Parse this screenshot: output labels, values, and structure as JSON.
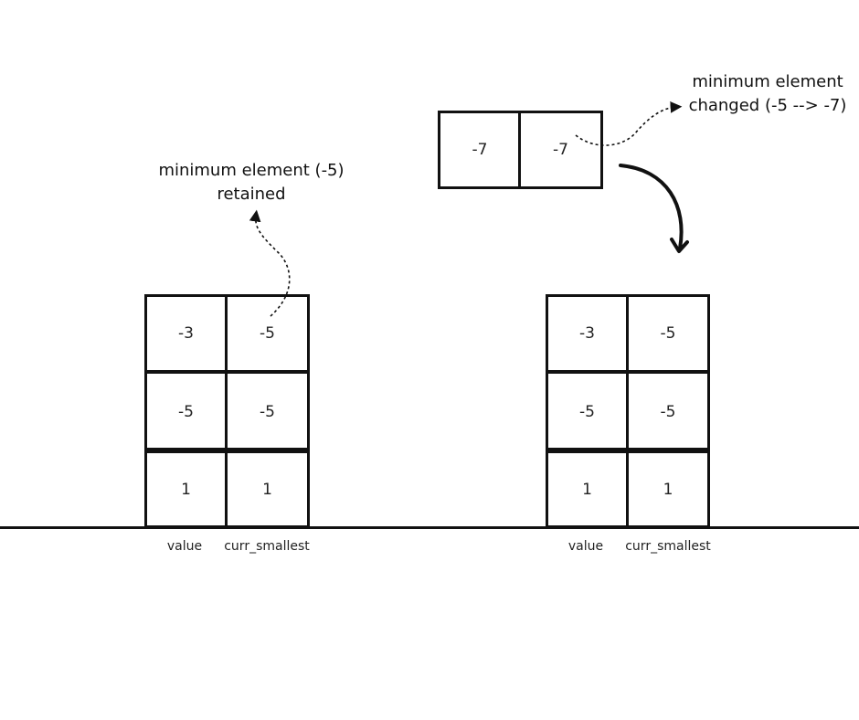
{
  "left_stack": {
    "rows": [
      {
        "value": "-3",
        "curr_smallest": "-5"
      },
      {
        "value": "-5",
        "curr_smallest": "-5"
      },
      {
        "value": "1",
        "curr_smallest": "1"
      }
    ],
    "labels": {
      "value": "value",
      "curr_smallest": "curr_smallest"
    },
    "annotation": {
      "line1": "minimum element (-5)",
      "line2": "retained"
    }
  },
  "right_stack": {
    "rows": [
      {
        "value": "-3",
        "curr_smallest": "-5"
      },
      {
        "value": "-5",
        "curr_smallest": "-5"
      },
      {
        "value": "1",
        "curr_smallest": "1"
      }
    ],
    "labels": {
      "value": "value",
      "curr_smallest": "curr_smallest"
    }
  },
  "pushed_item": {
    "value": "-7",
    "curr_smallest": "-7"
  },
  "right_annotation": {
    "line1": "minimum element",
    "line2": "changed (-5 --> -7)"
  },
  "colors": {
    "stroke": "#111111",
    "background": "#ffffff"
  }
}
